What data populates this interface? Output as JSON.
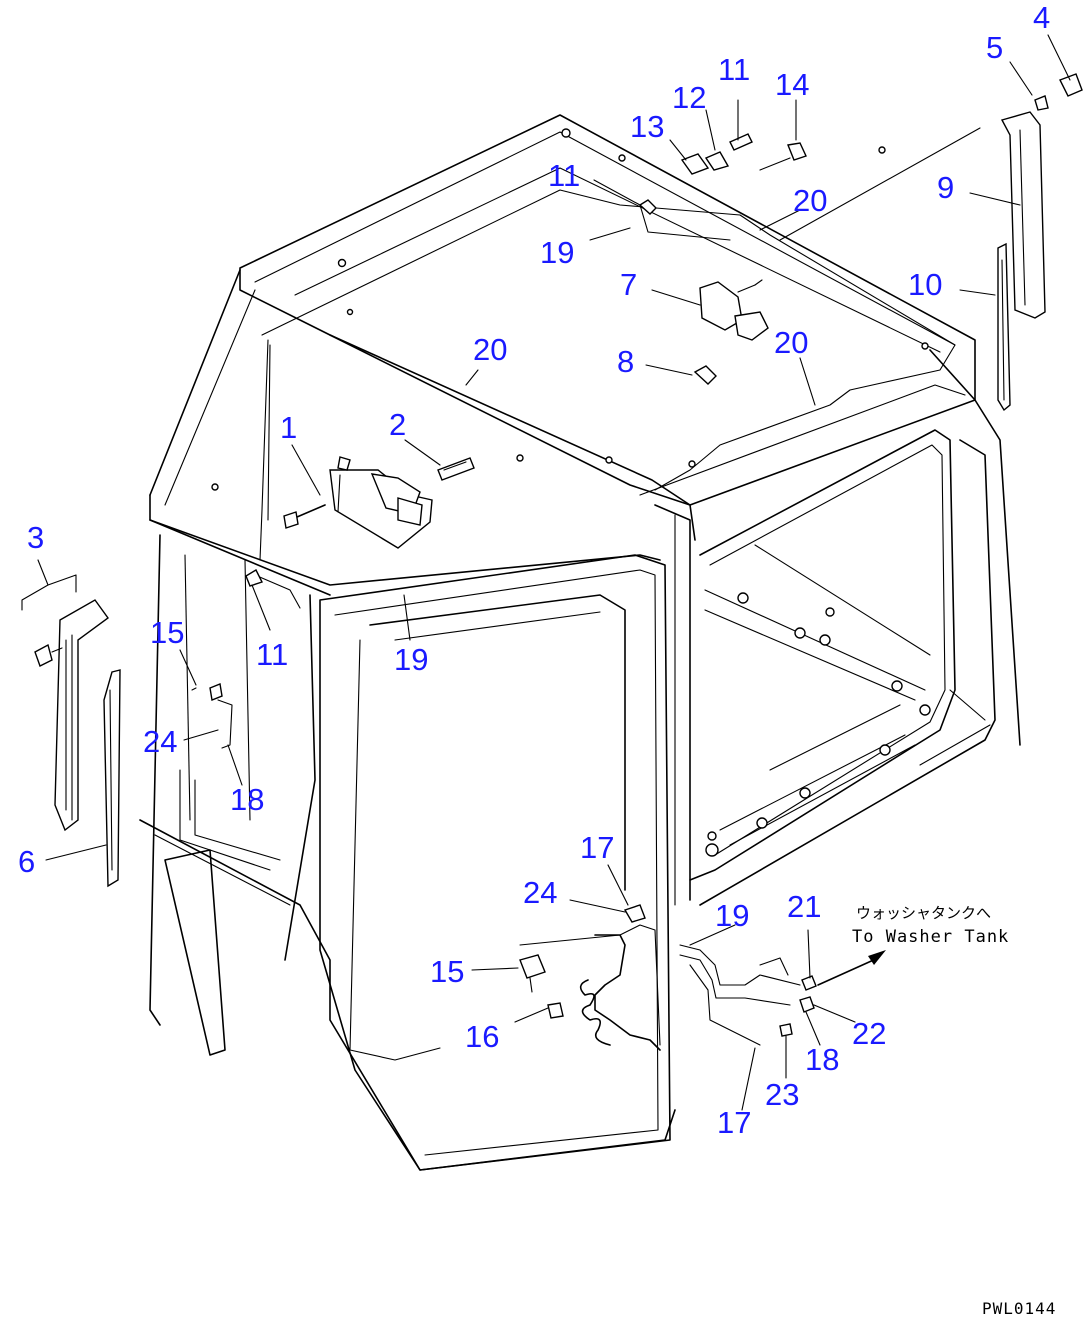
{
  "callouts": {
    "c1": "1",
    "c2": "2",
    "c3": "3",
    "c4": "4",
    "c5": "5",
    "c6": "6",
    "c7": "7",
    "c8": "8",
    "c9": "9",
    "c10": "10",
    "c11a": "11",
    "c11b": "11",
    "c11c": "11",
    "c12": "12",
    "c13": "13",
    "c14": "14",
    "c15a": "15",
    "c15b": "15",
    "c16": "16",
    "c17a": "17",
    "c17b": "17",
    "c18a": "18",
    "c18b": "18",
    "c19a": "19",
    "c19b": "19",
    "c19c": "19",
    "c20a": "20",
    "c20b": "20",
    "c20c": "20",
    "c21": "21",
    "c22": "22",
    "c23": "23",
    "c24a": "24",
    "c24b": "24"
  },
  "annotation": {
    "japanese": "ウォッシャタンクへ",
    "english": "To Washer Tank"
  },
  "drawing_reference": "PWL0144",
  "colors": {
    "callout": "#1a1aff",
    "line": "#000000",
    "background": "#ffffff"
  }
}
